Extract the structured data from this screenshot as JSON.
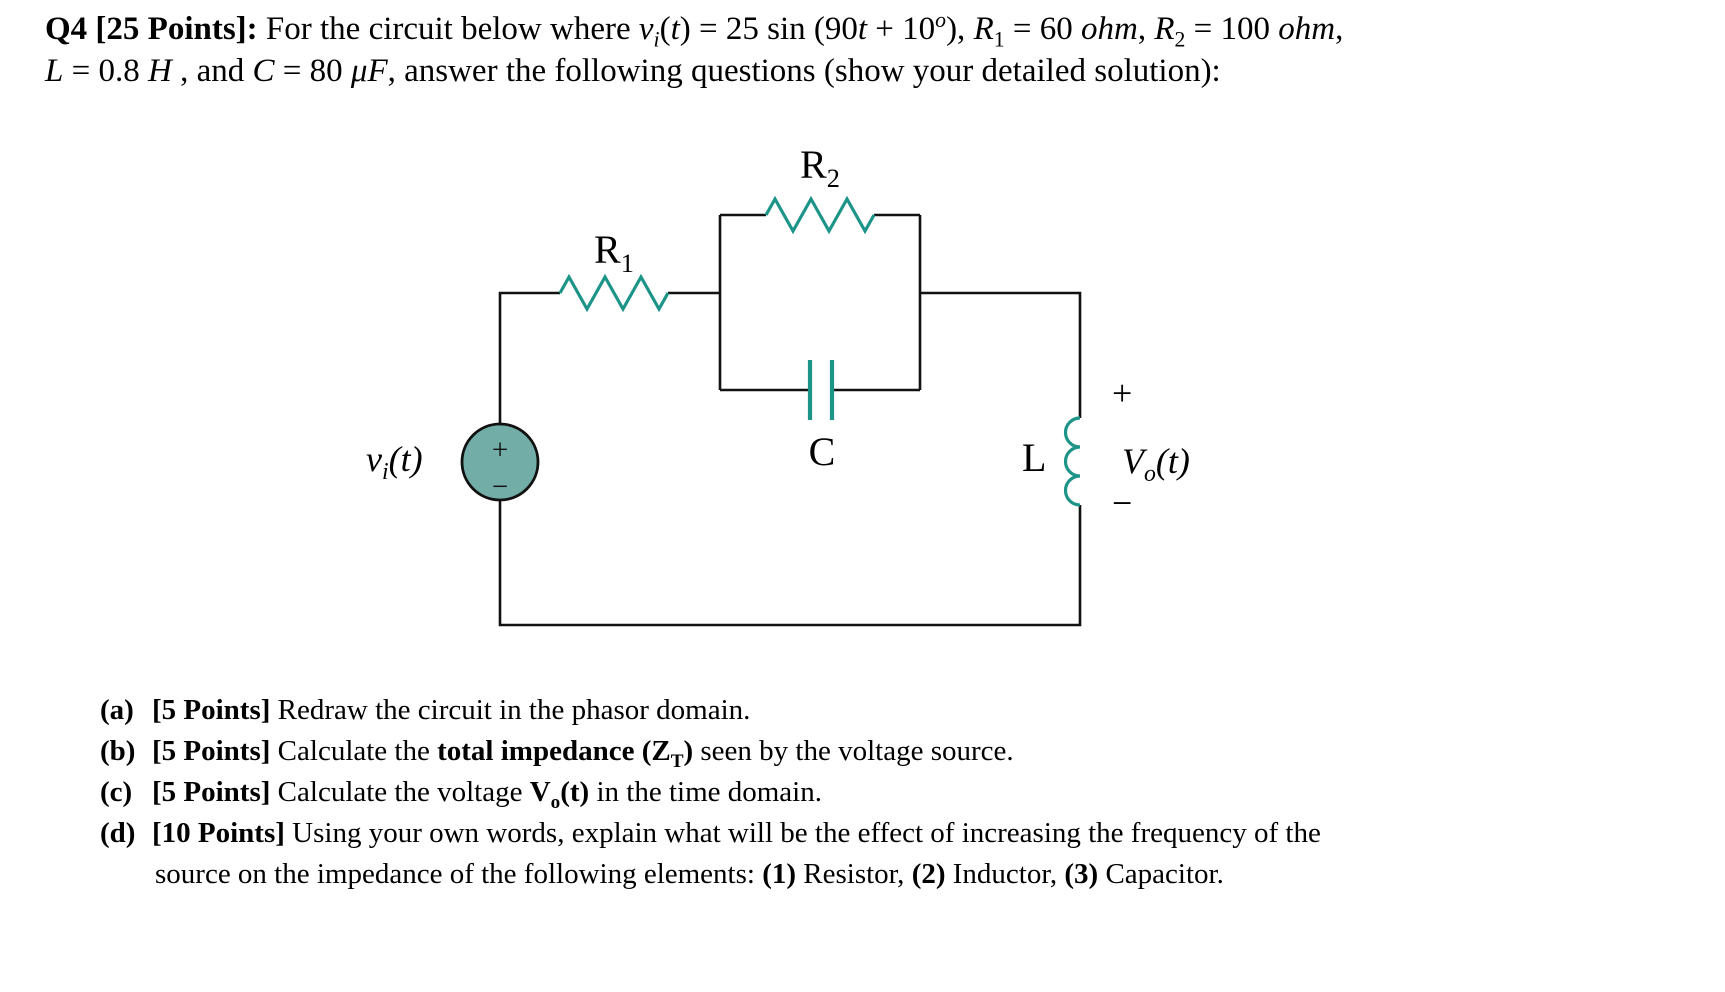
{
  "colors": {
    "component_teal": "#1d9488",
    "source_fill": "#72aea7",
    "wire_black": "#111111"
  },
  "header": {
    "line1": [
      {
        "t": "Q4 [25 Points]:",
        "c": "b"
      },
      {
        "t": " For the circuit below where "
      },
      {
        "t": "v",
        "c": "i"
      },
      {
        "t": "i",
        "c": "i sub"
      },
      {
        "t": "("
      },
      {
        "t": "t",
        "c": "i"
      },
      {
        "t": ") = 25 sin (90"
      },
      {
        "t": "t",
        "c": "i"
      },
      {
        "t": " + 10"
      },
      {
        "t": "o",
        "c": "i sup"
      },
      {
        "t": "), "
      },
      {
        "t": "R",
        "c": "i"
      },
      {
        "t": "1",
        "c": "sub"
      },
      {
        "t": " = 60 "
      },
      {
        "t": "ohm",
        "c": "i"
      },
      {
        "t": ", "
      },
      {
        "t": "R",
        "c": "i"
      },
      {
        "t": "2",
        "c": "sub"
      },
      {
        "t": " = 100 "
      },
      {
        "t": "ohm",
        "c": "i"
      },
      {
        "t": ","
      }
    ],
    "line2": [
      {
        "t": "L",
        "c": "i"
      },
      {
        "t": " = 0.8 "
      },
      {
        "t": "H",
        "c": "i"
      },
      {
        "t": " , and "
      },
      {
        "t": "C",
        "c": "i"
      },
      {
        "t": " = 80 "
      },
      {
        "t": "μF",
        "c": "i"
      },
      {
        "t": ", answer the following questions (show your detailed solution):"
      }
    ]
  },
  "circuit": {
    "labels": {
      "r1": [
        {
          "t": "R"
        },
        {
          "t": "1",
          "c": "sub"
        }
      ],
      "r2": [
        {
          "t": "R"
        },
        {
          "t": "2",
          "c": "sub"
        }
      ],
      "vi": [
        {
          "t": "v",
          "c": "i"
        },
        {
          "t": "i",
          "c": "i sub"
        },
        {
          "t": "(t)",
          "c": "i"
        }
      ],
      "cap": "C",
      "ind": "L",
      "vo": [
        {
          "t": "V",
          "c": "i"
        },
        {
          "t": "o",
          "c": "i sub"
        },
        {
          "t": "(t)",
          "c": "i"
        }
      ],
      "ind_plus": "+",
      "ind_minus": "−",
      "src_plus": "+",
      "src_minus": "−"
    }
  },
  "questions": {
    "a": [
      {
        "t": "(a)",
        "c": "b mk"
      },
      {
        "t": "[5 Points]",
        "c": "b"
      },
      {
        "t": " Redraw the circuit in the phasor domain."
      }
    ],
    "b": [
      {
        "t": "(b)",
        "c": "b mk"
      },
      {
        "t": "[5 Points]",
        "c": "b"
      },
      {
        "t": " Calculate the "
      },
      {
        "t": "total impedance (Z",
        "c": "b"
      },
      {
        "t": "T",
        "c": "b sub"
      },
      {
        "t": ")",
        "c": "b"
      },
      {
        "t": " seen by the voltage source."
      }
    ],
    "c": [
      {
        "t": "(c)",
        "c": "b mk"
      },
      {
        "t": "[5 Points]",
        "c": "b"
      },
      {
        "t": " Calculate the voltage "
      },
      {
        "t": "V",
        "c": "b"
      },
      {
        "t": "o",
        "c": "b sub"
      },
      {
        "t": "(t)",
        "c": "b"
      },
      {
        "t": " in the time domain."
      }
    ],
    "d1": [
      {
        "t": "(d)",
        "c": "b mk"
      },
      {
        "t": "[10 Points]",
        "c": "b"
      },
      {
        "t": " Using your own words, explain what will be the effect of increasing the frequency of the"
      }
    ],
    "d2": [
      {
        "t": "source on the impedance of the following elements: "
      },
      {
        "t": "(1)",
        "c": "b"
      },
      {
        "t": " Resistor, "
      },
      {
        "t": "(2)",
        "c": "b"
      },
      {
        "t": " Inductor, "
      },
      {
        "t": "(3)",
        "c": "b"
      },
      {
        "t": " Capacitor."
      }
    ]
  }
}
